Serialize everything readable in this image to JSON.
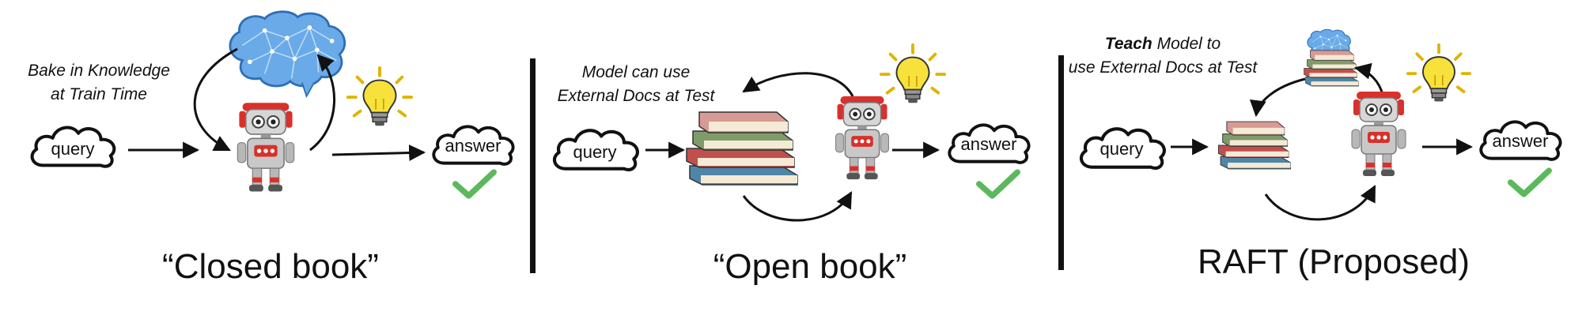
{
  "panels": [
    {
      "title": "“Closed book”",
      "caption_lines": [
        "Bake in Knowledge",
        "at Train Time"
      ],
      "query": "query",
      "answer": "answer"
    },
    {
      "title": "“Open book”",
      "caption_lines": [
        "Model can use",
        "External Docs at Test"
      ],
      "query": "query",
      "answer": "answer"
    },
    {
      "title": "RAFT (Proposed)",
      "caption_bold": "Teach",
      "caption_line1_rest": " Model to",
      "caption_line2": "use External Docs at Test",
      "query": "query",
      "answer": "answer"
    }
  ],
  "colors": {
    "check": "#5cb85c",
    "bulb": "#f7e23b",
    "brain": "#4a90d9",
    "robot_accent": "#d9302b",
    "robot_body": "#c8c8c8"
  },
  "icons": [
    "cloud-icon",
    "brain-icon",
    "robot-icon",
    "lightbulb-icon",
    "books-icon",
    "checkmark-icon"
  ]
}
